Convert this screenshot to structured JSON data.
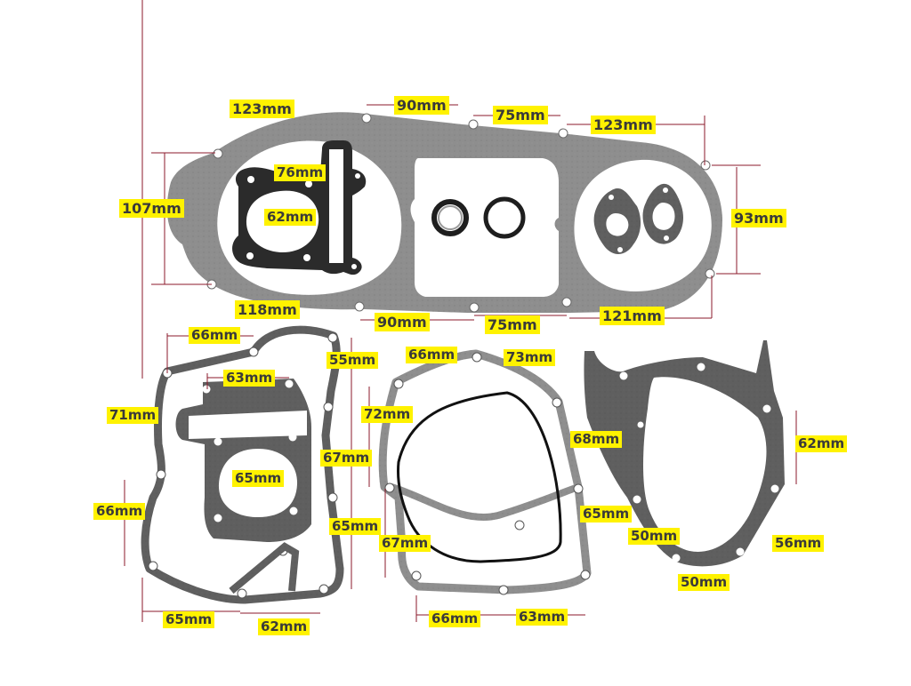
{
  "title": "Scooter engine gasket kit with dimensions",
  "colors": {
    "background": "#ffffff",
    "gasket_fill": "#8c8c8c",
    "gasket_dark": "#5e5e5e",
    "head_gasket": "#2a2a2a",
    "label_bg": "#fff200",
    "label_text": "#3a3a3a",
    "dimension_line": "#8b1a2b"
  },
  "parts": {
    "crankcase_cover_gasket": {
      "labels": {
        "top_left": "123mm",
        "top_mid1": "90mm",
        "top_mid2": "75mm",
        "top_right": "123mm",
        "left_height": "107mm",
        "right_height": "93mm",
        "bottom_left": "118mm",
        "bottom_mid1": "90mm",
        "bottom_mid2": "75mm",
        "bottom_right": "121mm"
      }
    },
    "cylinder_head_gasket": {
      "labels": {
        "hole_span": "76mm",
        "bore": "62mm"
      }
    },
    "oil_seals": {
      "count": 2
    },
    "intake_gaskets": {
      "count": 2
    },
    "cylinder_base_gasket": {
      "labels": {
        "top": "66mm",
        "right_top": "55mm",
        "inner_top": "63mm",
        "left_upper": "71mm",
        "bore": "65mm",
        "right_mid": "67mm",
        "left_lower": "66mm",
        "right_lower": "65mm",
        "bottom_left": "65mm",
        "bottom_right": "62mm"
      }
    },
    "side_cover_gasket": {
      "labels": {
        "top_left": "66mm",
        "top_right": "73mm",
        "left_upper": "72mm",
        "right_upper": "68mm",
        "right_lower": "65mm",
        "left_lower": "67mm",
        "bottom_left": "66mm",
        "bottom_right": "63mm"
      }
    },
    "magneto_cover_gasket": {
      "labels": {
        "right_upper": "62mm",
        "left_lower": "50mm",
        "right_lower": "56mm",
        "bottom": "50mm"
      }
    }
  }
}
